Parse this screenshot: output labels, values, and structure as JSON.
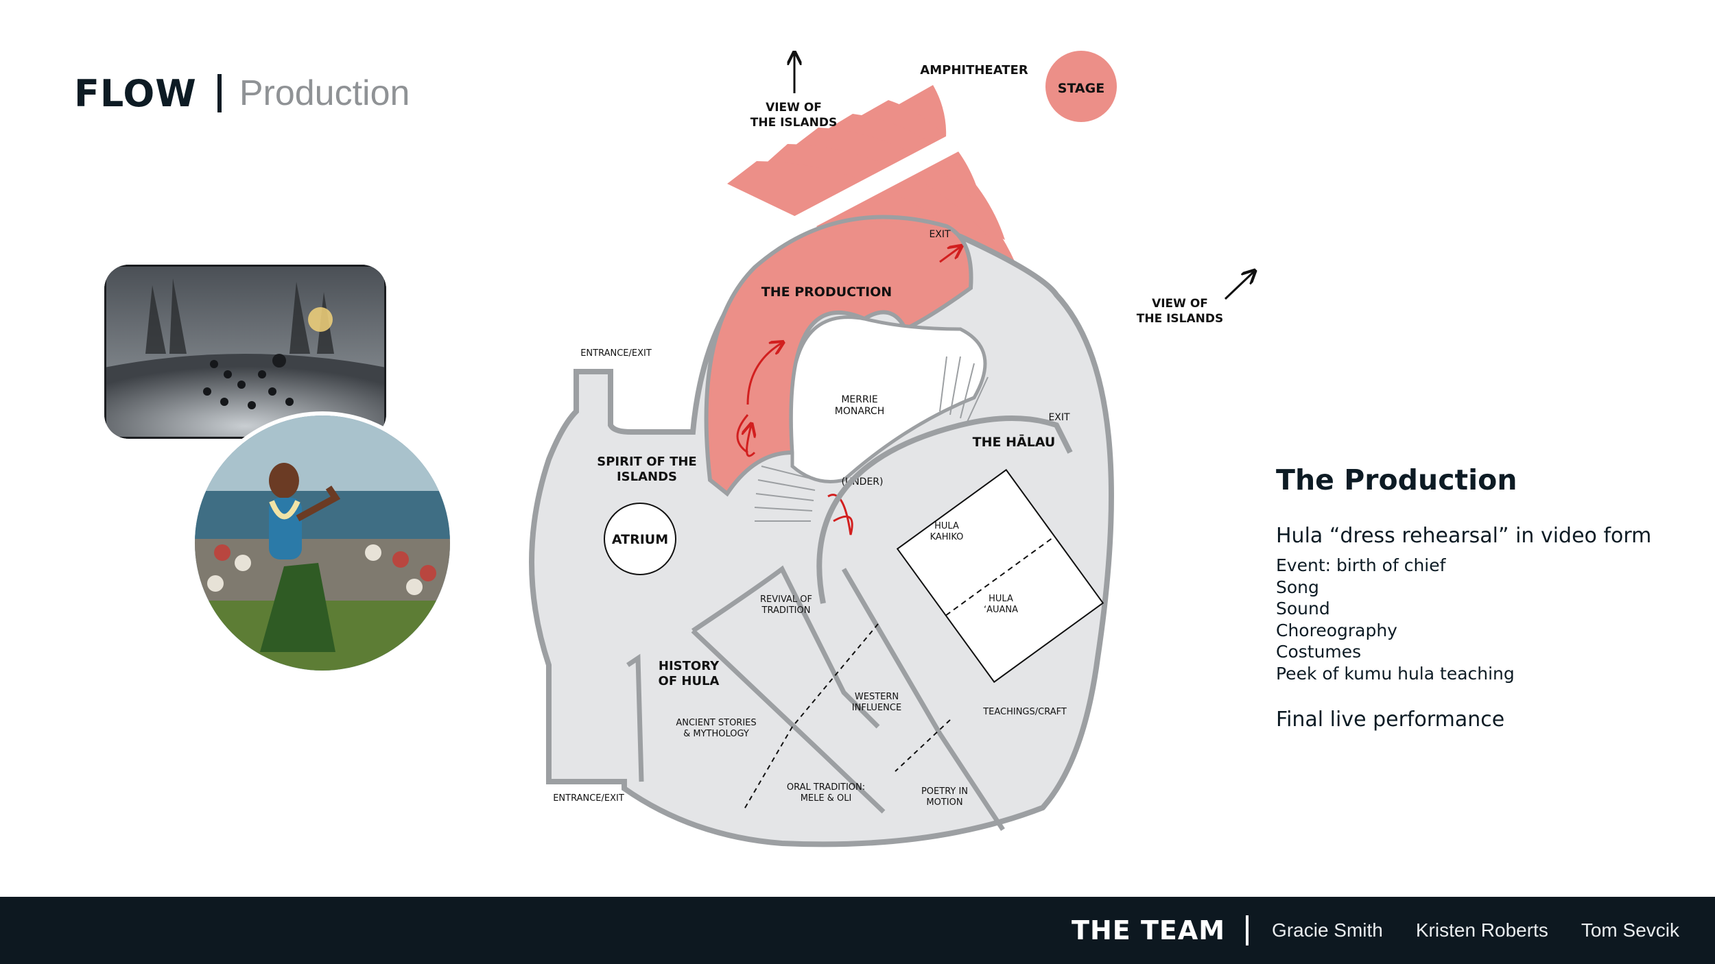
{
  "header": {
    "title": "FLOW",
    "subtitle": "Production"
  },
  "photos": {
    "theater_icon": "immersive-theater-photo",
    "dancer_icon": "hula-dancer-photo"
  },
  "floor_plan": {
    "amphitheater": "AMPHITHEATER",
    "stage": "STAGE",
    "view_islands_top": [
      "VIEW OF",
      "THE ISLANDS"
    ],
    "view_islands_right": [
      "VIEW OF",
      "THE ISLANDS"
    ],
    "exit_top": "EXIT",
    "exit_right": "EXIT",
    "the_production": "THE PRODUCTION",
    "entrance_top": "ENTRANCE/EXIT",
    "entrance_bottom": "ENTRANCE/EXIT",
    "merrie_monarch": [
      "MERRIE",
      "MONARCH"
    ],
    "the_halau": "THE HĀLAU",
    "spirit": [
      "SPIRIT OF THE",
      "ISLANDS"
    ],
    "atrium": "ATRIUM",
    "under": "(UNDER)",
    "hula_kahiko": [
      "HULA",
      "KAHIKO"
    ],
    "hula_auana": [
      "HULA",
      "ʻAUANA"
    ],
    "revival": [
      "REVIVAL OF",
      "TRADITION"
    ],
    "history": [
      "HISTORY",
      "OF HULA"
    ],
    "western": [
      "WESTERN",
      "INFLUENCE"
    ],
    "teachings": "TEACHINGS/CRAFT",
    "ancient": [
      "ANCIENT STORIES",
      "& MYTHOLOGY"
    ],
    "oral": [
      "ORAL TRADITION:",
      "MELE & OLI"
    ],
    "poetry": [
      "POETRY IN",
      "MOTION"
    ],
    "colors": {
      "production": "#ec8f88",
      "floor": "#e4e5e7",
      "wall": "#9c9fa2",
      "arrow": "#d21f1f"
    }
  },
  "info": {
    "title": "The Production",
    "lead": "Hula “dress rehearsal” in video form",
    "items": [
      "Event: birth of chief",
      "Song",
      "Sound",
      "Choreography",
      "Costumes",
      "Peek of kumu hula teaching"
    ],
    "final": "Final live performance"
  },
  "footer": {
    "team": "THE TEAM",
    "members": [
      "Gracie Smith",
      "Kristen Roberts",
      "Tom Sevcik"
    ]
  }
}
